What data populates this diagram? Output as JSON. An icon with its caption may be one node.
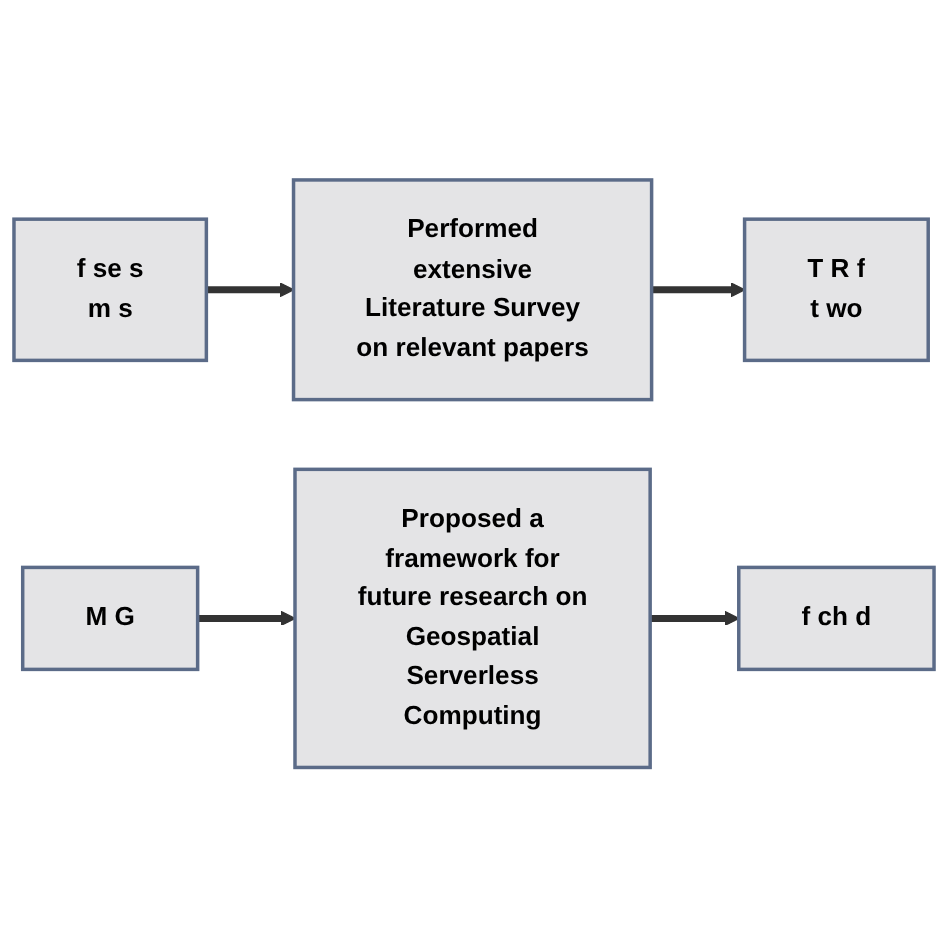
{
  "diagram": {
    "nodes": [
      {
        "text": [
          "f se s m s"
        ]
      },
      {
        "text": [
          "Performed extensive Literature Survey on relevant papers"
        ]
      },
      {
        "text": [
          "T R f t wo"
        ]
      },
      {
        "text": [
          "f ch d"
        ]
      },
      {
        "text": [
          "Proposed a framework for future research on Geospatial Serverless Computing"
        ]
      },
      {
        "text": [
          "M G"
        ]
      }
    ],
    "edges": [
      {
        "from": 0,
        "to": 1,
        "arrow": "to"
      },
      {
        "from": 1,
        "to": 2,
        "arrow": "to"
      },
      {
        "from": 5,
        "to": 4,
        "arrow": "to"
      },
      {
        "from": 4,
        "to": 3,
        "arrow": "to"
      }
    ]
  }
}
